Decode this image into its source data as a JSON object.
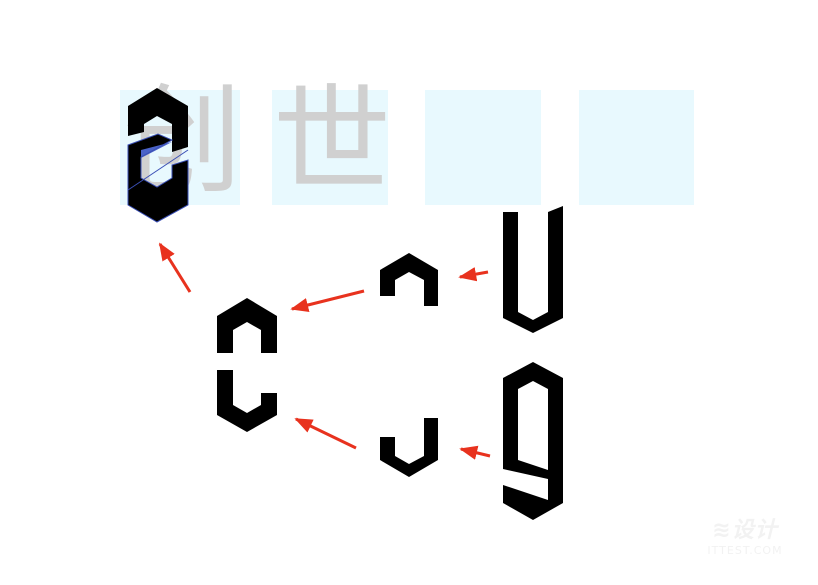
{
  "background_chars": [
    "创",
    "世"
  ],
  "colors": {
    "background": "#ffffff",
    "guide_box": "#e8f9fe",
    "background_char": "#d0d0d0",
    "glyph": "#000000",
    "arrow": "#e8321e",
    "selection_outline": "#3a4fb5"
  },
  "watermark": {
    "main": "≋设计",
    "sub": "ITTEST.COM"
  }
}
